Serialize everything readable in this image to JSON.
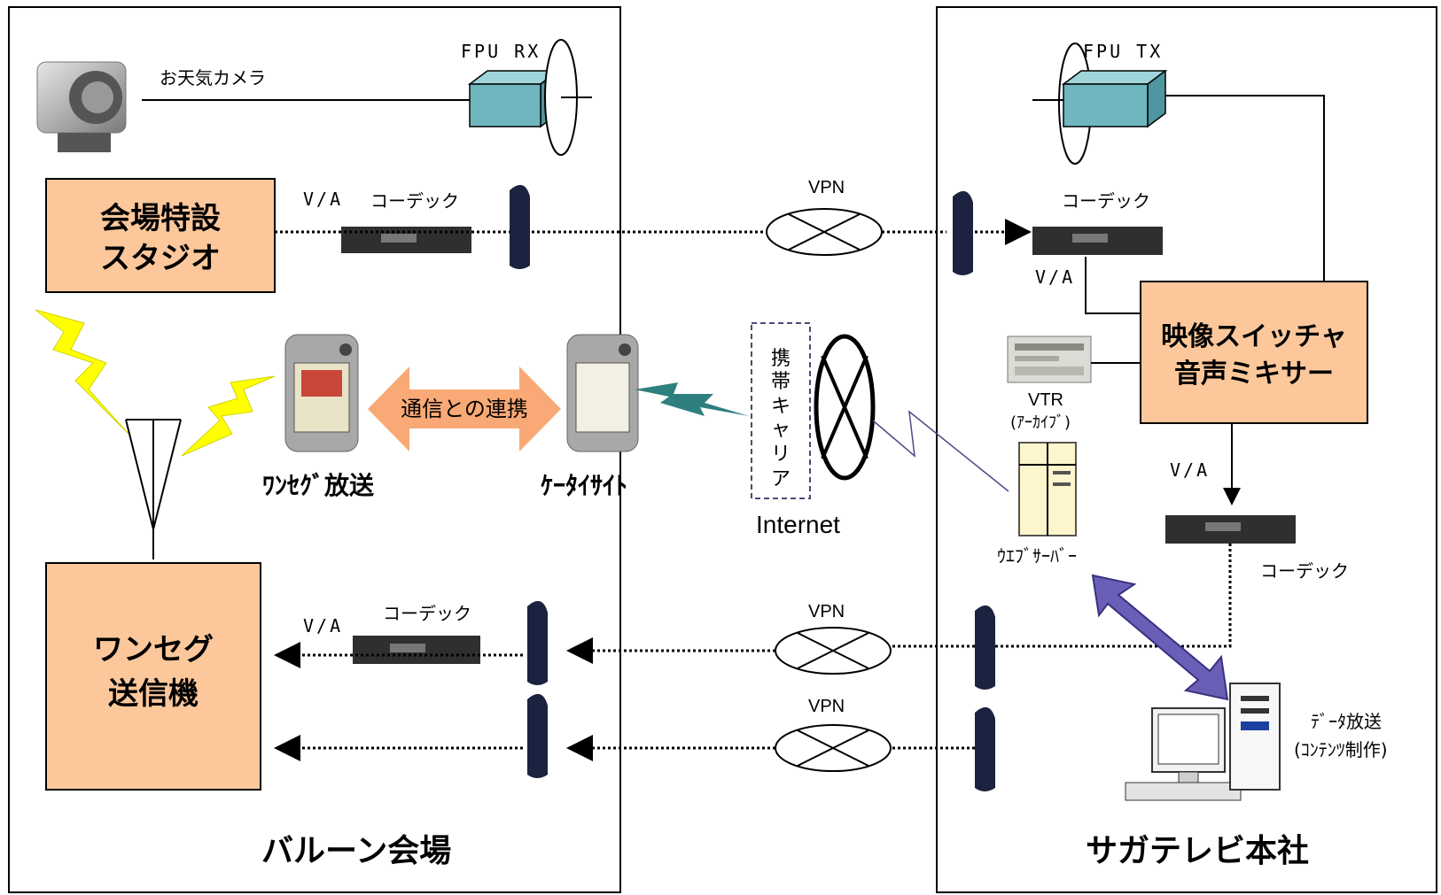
{
  "left_site": {
    "name": "バルーン会場",
    "weather_camera": "お天気カメラ",
    "fpu_rx": "FPU RX",
    "studio": [
      "会場特設",
      "スタジオ"
    ],
    "va_studio": "V/A",
    "codec_studio": "コーデック",
    "transmitter": [
      "ワンセグ",
      "送信機"
    ],
    "va_tx": "V/A",
    "codec_tx": "コーデック",
    "oneseg_broadcast": "ﾜﾝｾｸﾞ放送",
    "mobile_site": "ｹｰﾀｲｻｲﾄ",
    "link_label": "通信との連携"
  },
  "center": {
    "vpn_top": "VPN",
    "vpn_mid": "VPN",
    "vpn_bottom": "VPN",
    "carrier": [
      "携",
      "帯",
      "キ",
      "ャ",
      "リ",
      "ア"
    ],
    "internet": "Internet"
  },
  "right_site": {
    "name": "サガテレビ本社",
    "fpu_tx": "FPU TX",
    "codec_top": "コーデック",
    "va_top": "V/A",
    "switcher": [
      "映像スイッチャ",
      "音声ミキサー"
    ],
    "vtr": "VTR",
    "vtr_sub": "(ｱｰｶｲﾌﾞ)",
    "web_server": "ｳｴﾌﾞｻｰﾊﾞｰ",
    "va_bottom": "V/A",
    "codec_bottom": "コーデック",
    "data_broadcast": "ﾃﾞｰﾀ放送",
    "data_broadcast_sub": "(ｺﾝﾃﾝﾂ制作)"
  },
  "colors": {
    "box_fill": "#fcc89b",
    "fpu_fill": "#6fb6bf",
    "bolt": "#ffff00",
    "link_arrow": "#f8a975",
    "web_arrow": "#6a5fb6",
    "wireless": "#2e7f7e"
  }
}
